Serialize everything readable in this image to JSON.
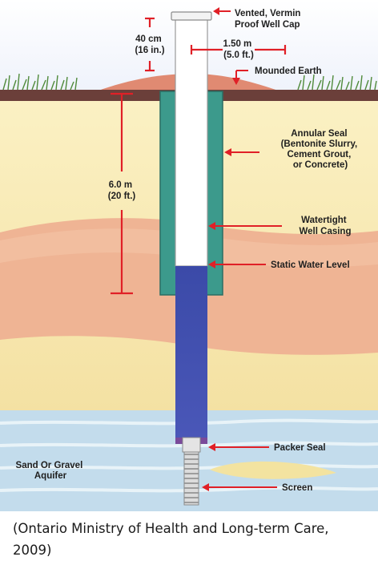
{
  "labels": {
    "well_cap": [
      "Vented, Vermin",
      "Proof Well Cap"
    ],
    "cap_height": [
      "40 cm",
      "(16 in.)"
    ],
    "lateral_distance": [
      "1.50 m",
      "(5.0 ft.)"
    ],
    "mounded_earth": "Mounded Earth",
    "annular_seal": [
      "Annular Seal",
      "(Bentonite Slurry,",
      "Cement Grout,",
      "or Concrete)"
    ],
    "depth": [
      "6.0 m",
      "(20 ft.)"
    ],
    "well_casing": [
      "Watertight",
      "Well Casing"
    ],
    "static_water_level": "Static Water Level",
    "packer_seal": "Packer Seal",
    "aquifer": [
      "Sand Or Gravel",
      "Aquifer"
    ],
    "screen": "Screen"
  },
  "caption": "(Ontario Ministry of Health and Long-term Care, 2009)",
  "colors": {
    "sky": "#f5f8ff",
    "surface_soil": "#6b3f3a",
    "sand_yellow": "#f3e3a0",
    "clay_pink": "#efb79a",
    "aquifer_blue": "#bcd9ea",
    "annular_seal": "#3c9a8c",
    "casing": "#ffffff",
    "water": "#3e4fb0",
    "arrow_red": "#e02027"
  }
}
